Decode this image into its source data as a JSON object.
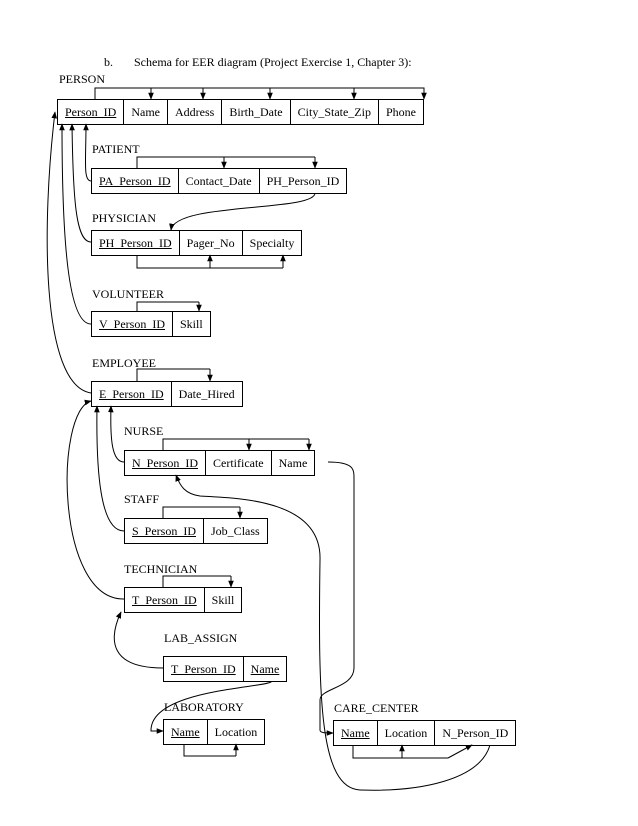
{
  "heading": {
    "letter": "b.",
    "text": "Schema for EER diagram (Project Exercise 1, Chapter 3):"
  },
  "relations": {
    "person": {
      "name": "PERSON",
      "attributes": [
        "Person_ID",
        "Name",
        "Address",
        "Birth_Date",
        "City_State_Zip",
        "Phone"
      ]
    },
    "patient": {
      "name": "PATIENT",
      "attributes": [
        "PA_Person_ID",
        "Contact_Date",
        "PH_Person_ID"
      ]
    },
    "physician": {
      "name": "PHYSICIAN",
      "attributes": [
        "PH_Person_ID",
        "Pager_No",
        "Specialty"
      ]
    },
    "volunteer": {
      "name": "VOLUNTEER",
      "attributes": [
        "V_Person_ID",
        "Skill"
      ]
    },
    "employee": {
      "name": "EMPLOYEE",
      "attributes": [
        "E_Person_ID",
        "Date_Hired"
      ]
    },
    "nurse": {
      "name": "NURSE",
      "attributes": [
        "N_Person_ID",
        "Certificate",
        "Name"
      ]
    },
    "staff": {
      "name": "STAFF",
      "attributes": [
        "S_Person_ID",
        "Job_Class"
      ]
    },
    "technician": {
      "name": "TECHNICIAN",
      "attributes": [
        "T_Person_ID",
        "Skill"
      ]
    },
    "lab_assign": {
      "name": "LAB_ASSIGN",
      "attributes": [
        "T_Person_ID",
        "Name"
      ]
    },
    "laboratory": {
      "name": "LABORATORY",
      "attributes": [
        "Name",
        "Location"
      ]
    },
    "care_center": {
      "name": "CARE_CENTER",
      "attributes": [
        "Name",
        "Location",
        "N_Person_ID"
      ]
    }
  },
  "primary_keys": {
    "person": [
      "Person_ID"
    ],
    "patient": [
      "PA_Person_ID"
    ],
    "physician": [
      "PH_Person_ID"
    ],
    "volunteer": [
      "V_Person_ID"
    ],
    "employee": [
      "E_Person_ID"
    ],
    "nurse": [
      "N_Person_ID"
    ],
    "staff": [
      "S_Person_ID"
    ],
    "technician": [
      "T_Person_ID"
    ],
    "lab_assign": [
      "T_Person_ID",
      "Name"
    ],
    "laboratory": [
      "Name"
    ],
    "care_center": [
      "Name"
    ]
  },
  "line_color": "#000000"
}
